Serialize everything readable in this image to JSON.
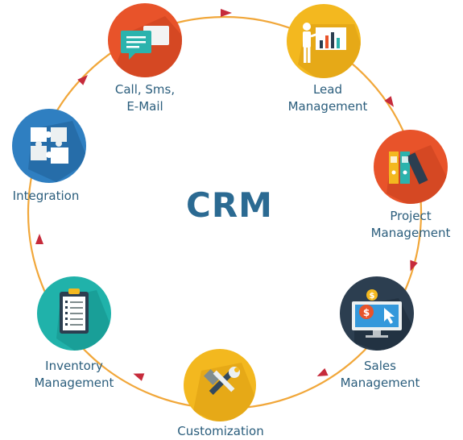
{
  "title": "CRM",
  "nodes": [
    {
      "id": "call",
      "line1": "Call, Sms,",
      "line2": "E-Mail",
      "color": "#e8532a",
      "icon": "chat-bubbles-icon"
    },
    {
      "id": "lead",
      "line1": "Lead",
      "line2": "Management",
      "color": "#f3b81f",
      "icon": "presenter-chart-icon"
    },
    {
      "id": "project",
      "line1": "Project",
      "line2": "Management",
      "color": "#e8532a",
      "icon": "binders-icon"
    },
    {
      "id": "sales",
      "line1": "Sales",
      "line2": "Management",
      "color": "#2c3e50",
      "icon": "monitor-dollar-icon"
    },
    {
      "id": "custom",
      "line1": "Customization",
      "line2": "",
      "color": "#f3b81f",
      "icon": "wrench-hammer-icon"
    },
    {
      "id": "inventory",
      "line1": "Inventory",
      "line2": "Management",
      "color": "#20b2aa",
      "icon": "checklist-clipboard-icon"
    },
    {
      "id": "integration",
      "line1": "Integration",
      "line2": "",
      "color": "#2f7fc1",
      "icon": "puzzle-pieces-icon"
    }
  ],
  "colors": {
    "ring": "#f1a73a",
    "arrow": "#c62b3b",
    "text": "#2a5d7c",
    "title": "#2b6a92"
  }
}
